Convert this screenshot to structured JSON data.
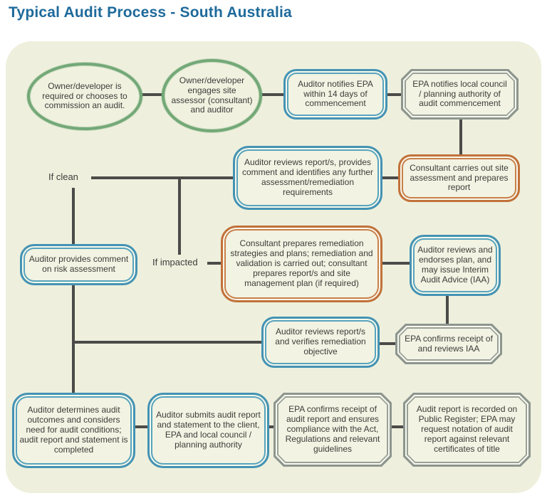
{
  "title": "Typical Audit Process - South Australia",
  "colors": {
    "title_blue": "#1e6a9b",
    "panel_background": "#eef0dd",
    "node_fill": "#f2f3e2",
    "green_border": "#73a877",
    "blue_border": "#4493b4",
    "orange_border": "#c2713a",
    "gray_border": "#8d958f",
    "connector": "#4b4b49",
    "text": "#3d3d3b"
  },
  "labels": {
    "if_clean": "If clean",
    "if_impacted": "If impacted"
  },
  "nodes": {
    "owner_commission": {
      "shape": "ellipse",
      "text": "Owner/developer is required or chooses to commission an audit."
    },
    "owner_engages": {
      "shape": "ellipse",
      "text": "Owner/developer engages site assessor (consultant) and auditor"
    },
    "auditor_notifies_epa": {
      "shape": "rounded-blue",
      "text": "Auditor notifies EPA within 14 days of commencement"
    },
    "epa_notifies_council": {
      "shape": "octagon-gray",
      "text": "EPA notifies local council / planning authority of audit commencement"
    },
    "auditor_reviews_reports": {
      "shape": "rounded-blue",
      "text": "Auditor reviews report/s, provides comment and identifies any further assessment/remediation requirements"
    },
    "consultant_site_assessment": {
      "shape": "rounded-orange",
      "text": "Consultant carries out site assessment and prepares report"
    },
    "auditor_risk_comment": {
      "shape": "rounded-blue",
      "text": "Auditor provides comment on risk assessment"
    },
    "consultant_remediation": {
      "shape": "rounded-orange",
      "text": "Consultant prepares remediation strategies and plans; remediation and validation is carried out; consultant prepares report/s and site management plan (if required)"
    },
    "auditor_endorses_plan": {
      "shape": "rounded-blue",
      "text": "Auditor reviews and endorses plan, and may issue Interim Audit Advice (IAA)"
    },
    "auditor_verifies_objective": {
      "shape": "rounded-blue",
      "text": "Auditor reviews report/s and verifies remediation objective"
    },
    "epa_reviews_iaa": {
      "shape": "octagon-gray",
      "text": "EPA confirms receipt of and reviews IAA"
    },
    "auditor_determines_outcomes": {
      "shape": "rounded-blue",
      "text": "Auditor determines audit outcomes and considers need for audit conditions; audit report and statement is completed"
    },
    "auditor_submits_report": {
      "shape": "rounded-blue",
      "text": "Auditor submits audit report and statement to the client, EPA and local council / planning authority"
    },
    "epa_confirms_compliance": {
      "shape": "octagon-gray",
      "text": "EPA confirms receipt of audit report and ensures compliance with the Act, Regulations and relevant guidelines"
    },
    "audit_report_recorded": {
      "shape": "octagon-gray",
      "text": "Audit report is recorded on Public Register; EPA may request notation of audit report against relevant certificates of title"
    }
  }
}
